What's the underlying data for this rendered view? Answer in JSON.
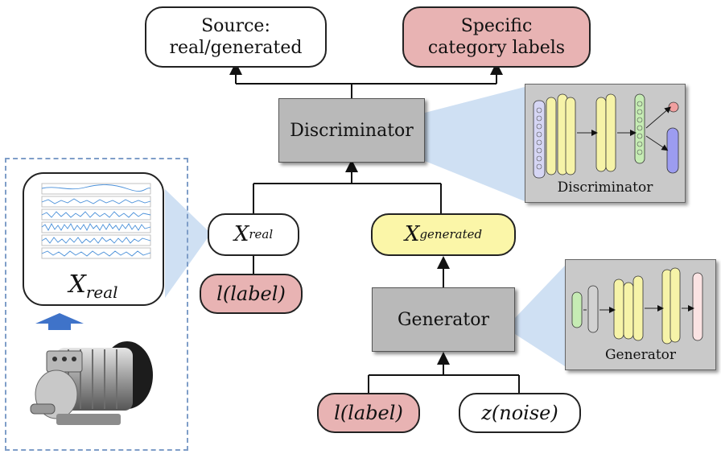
{
  "source_label": "Source:\nreal/generated",
  "category_label_line1": "Specific",
  "category_label_line2": "category labels",
  "discriminator_label": "Discriminator",
  "discriminator_panel_label": "Discriminator",
  "generator_label": "Generator",
  "generator_panel_label": "Generator",
  "x_real_main": "X",
  "x_real_sub": "real",
  "x_generated_main": "X",
  "x_generated_sub": "generated",
  "label_text": "l(label)",
  "noise_text": "z(noise)",
  "card_x_main": "X",
  "card_x_sub": "real",
  "colors": {
    "pink": "#e8b3b3",
    "yellow": "#fbf6a8",
    "gray_box": "#b9b9b9",
    "dashed_frame": "#7f9ec8",
    "callout": "#cfe0f3",
    "arrow_up": "#3f73c9"
  }
}
